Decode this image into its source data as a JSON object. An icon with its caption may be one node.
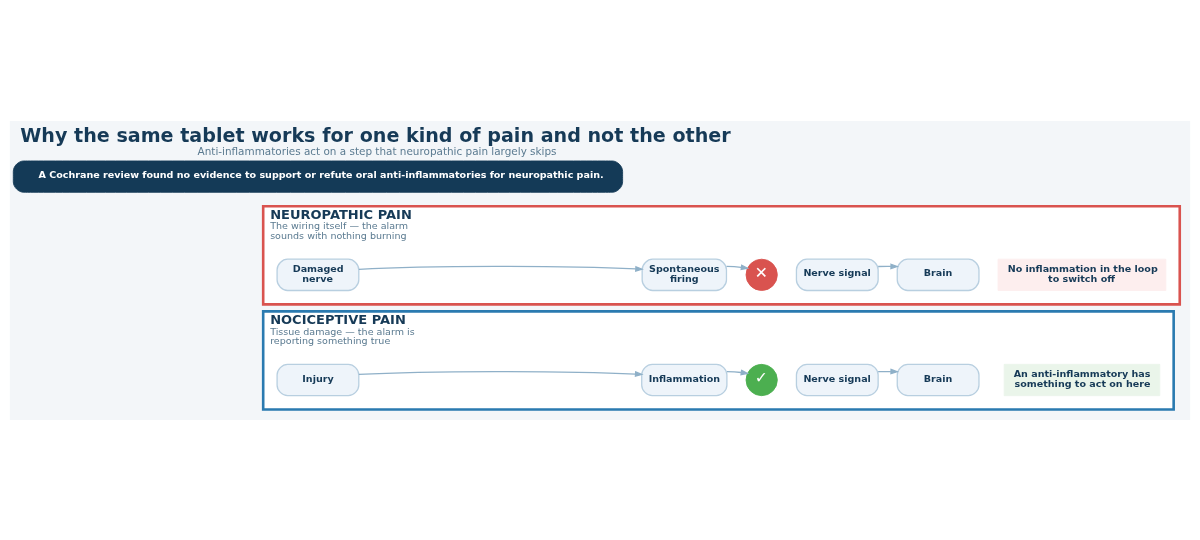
{
  "diagram": {
    "title": "Why the same tablet works for one kind of pain and not the other",
    "caption": "Anti-inflammatories act on a step that neuropathic pain largely skips",
    "nodes": [
      {
        "text": [
          "NOCICEPTIVE PAIN",
          "Tissue damage — the alarm is reporting something true"
        ]
      },
      {
        "text": [
          "Injury"
        ],
        "in": 0
      },
      {
        "text": [
          "Inflammation"
        ],
        "in": 0
      },
      {
        "text": [
          "✓"
        ],
        "in": 0
      },
      {
        "text": [
          "Nerve signal"
        ],
        "in": 0
      },
      {
        "text": [
          "Brain"
        ],
        "in": 0
      },
      {
        "text": [
          "An anti-inflammatory has something to act on here"
        ],
        "in": 0
      },
      {
        "text": [
          "NEUROPATHIC PAIN",
          "The wiring itself — the alarm sounds with nothing burning"
        ]
      },
      {
        "text": [
          "Damaged nerve"
        ],
        "in": 7
      },
      {
        "text": [
          "Spontaneous firing"
        ],
        "in": 7
      },
      {
        "text": [
          "✕"
        ],
        "in": 7
      },
      {
        "text": [
          "Nerve signal"
        ],
        "in": 7
      },
      {
        "text": [
          "Brain"
        ],
        "in": 7
      },
      {
        "text": [
          "No inflammation in the loop to switch off"
        ],
        "in": 7
      },
      {
        "text": [
          "A Cochrane review found no evidence to support or refute oral anti-inflammatories for neuropathic pain."
        ]
      }
    ],
    "edges": [
      {
        "from": 1,
        "to": 2,
        "arrow": "to"
      },
      {
        "from": 2,
        "to": 3,
        "arrow": "to"
      },
      {
        "from": 4,
        "to": 5,
        "arrow": "to"
      },
      {
        "from": 8,
        "to": 9,
        "arrow": "to"
      },
      {
        "from": 9,
        "to": 10,
        "arrow": "to"
      },
      {
        "from": 11,
        "to": 12,
        "arrow": "to"
      }
    ]
  }
}
